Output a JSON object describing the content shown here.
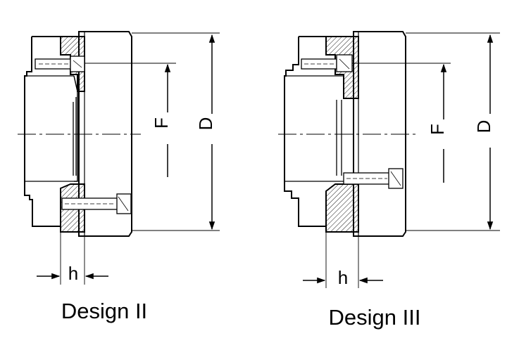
{
  "designs": [
    {
      "caption": "Design II",
      "dimensions": {
        "F": "F",
        "D": "D",
        "h": "h"
      }
    },
    {
      "caption": "Design III",
      "dimensions": {
        "F": "F",
        "D": "D",
        "h": "h"
      }
    }
  ],
  "colors": {
    "line": "#000000",
    "background": "#ffffff"
  }
}
